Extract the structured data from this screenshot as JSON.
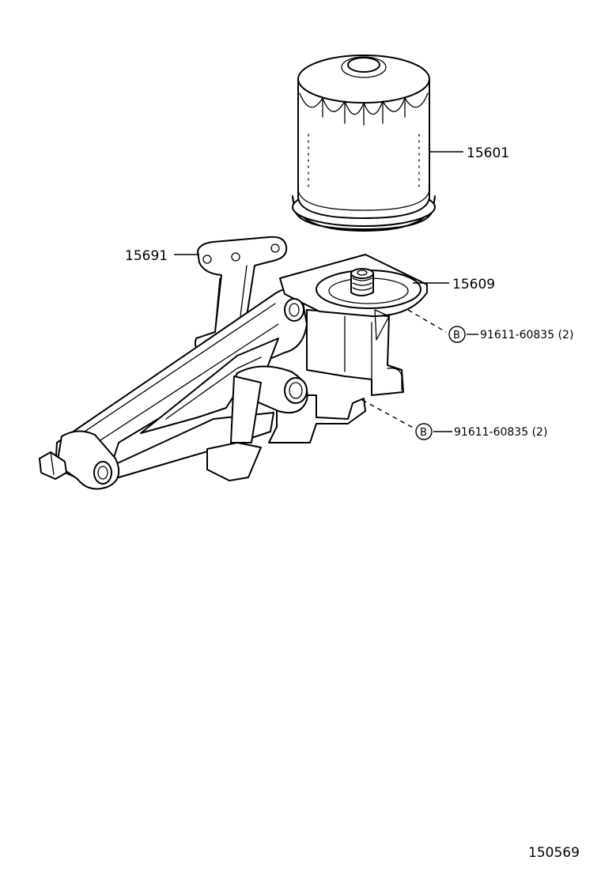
{
  "callouts": {
    "oil_filter": "15601",
    "bracket": "15691",
    "filter_bracket": "15609",
    "bolt_upper": "91611-60835 (2)",
    "bolt_lower": "91611-60835 (2)"
  },
  "bolt_marker_letter": "B",
  "figure_number": "150569"
}
